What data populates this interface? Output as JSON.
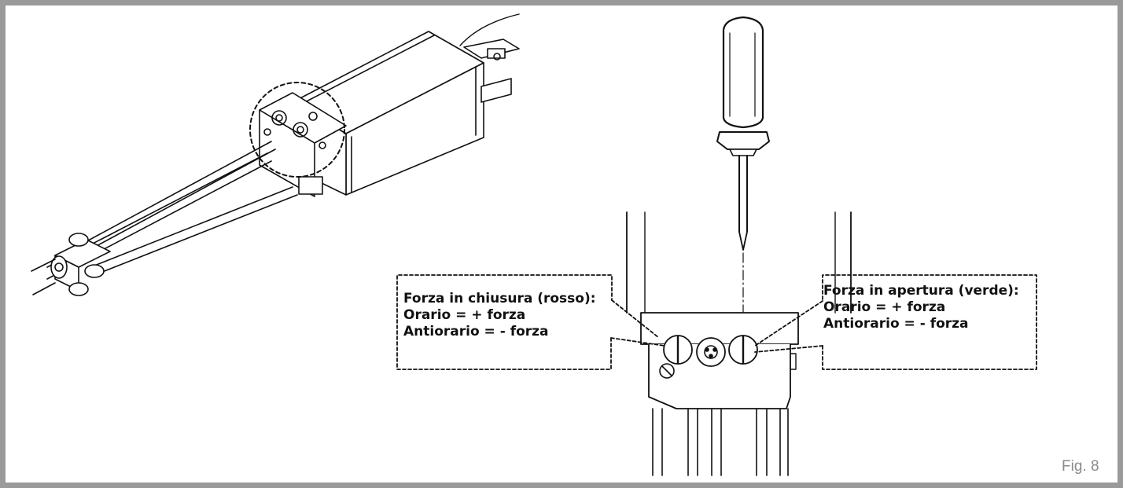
{
  "callout_left": {
    "title": "Forza in chiusura (rosso):",
    "line1": "Orario = + forza",
    "line2": "Antiorario = - forza"
  },
  "callout_right": {
    "title": "Forza in apertura (verde):",
    "line1": "Orario = + forza",
    "line2": "Antiorario = - forza"
  },
  "figure_label": "Fig. 8"
}
